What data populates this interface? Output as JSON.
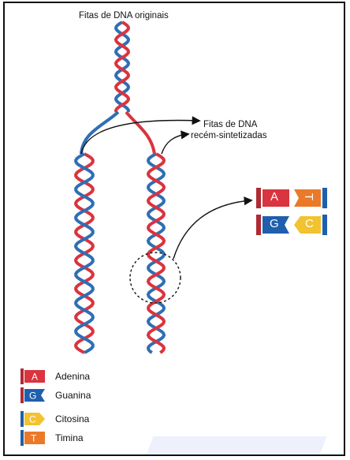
{
  "title_top": "Fitas de DNA originais",
  "label_new": "Fitas de DNA\nrecém-sintetizadas",
  "label_new_line1": "Fitas de DNA",
  "label_new_line2": "recém-sintetizadas",
  "pairs_inset": {
    "top": {
      "left": "A",
      "right": "T"
    },
    "bottom": {
      "left": "G",
      "right": "C"
    }
  },
  "legend": [
    {
      "letter": "A",
      "name": "Adenina",
      "color": "#d9343f",
      "icon": "adenine-icon"
    },
    {
      "letter": "G",
      "name": "Guanina",
      "color": "#1f5fae",
      "icon": "guanine-icon"
    },
    {
      "letter": "C",
      "name": "Citosina",
      "color": "#f2c230",
      "icon": "cytosine-icon"
    },
    {
      "letter": "T",
      "name": "Timina",
      "color": "#ea7a2a",
      "icon": "thymine-icon"
    }
  ],
  "colors": {
    "red_strand": "#d9343f",
    "blue_strand": "#2e6fb5",
    "arrow": "#111111"
  }
}
